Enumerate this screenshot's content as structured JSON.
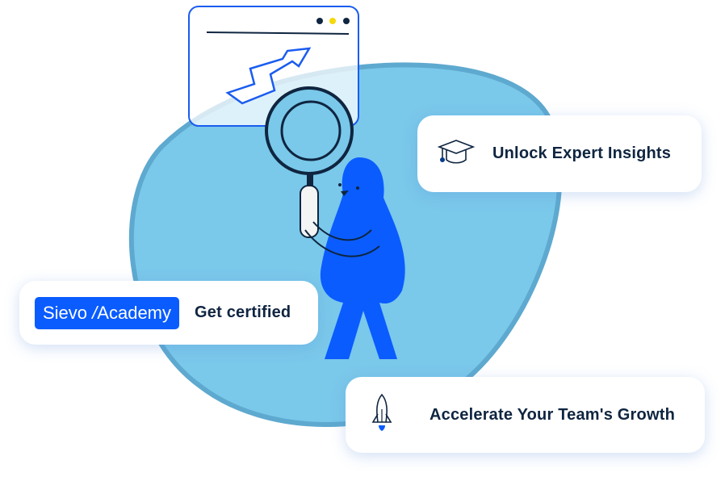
{
  "cards": [
    {
      "label": "Unlock Expert Insights",
      "icon": "graduation-cap-icon"
    },
    {
      "badge_brand": "Sievo",
      "badge_product": "Academy",
      "label": "Get certified"
    },
    {
      "label": "Accelerate Your Team's Growth",
      "icon": "rocket-icon"
    }
  ],
  "colors": {
    "brand": "#0a5cff",
    "blob": "#7ac8ea",
    "text": "#0f2540"
  }
}
